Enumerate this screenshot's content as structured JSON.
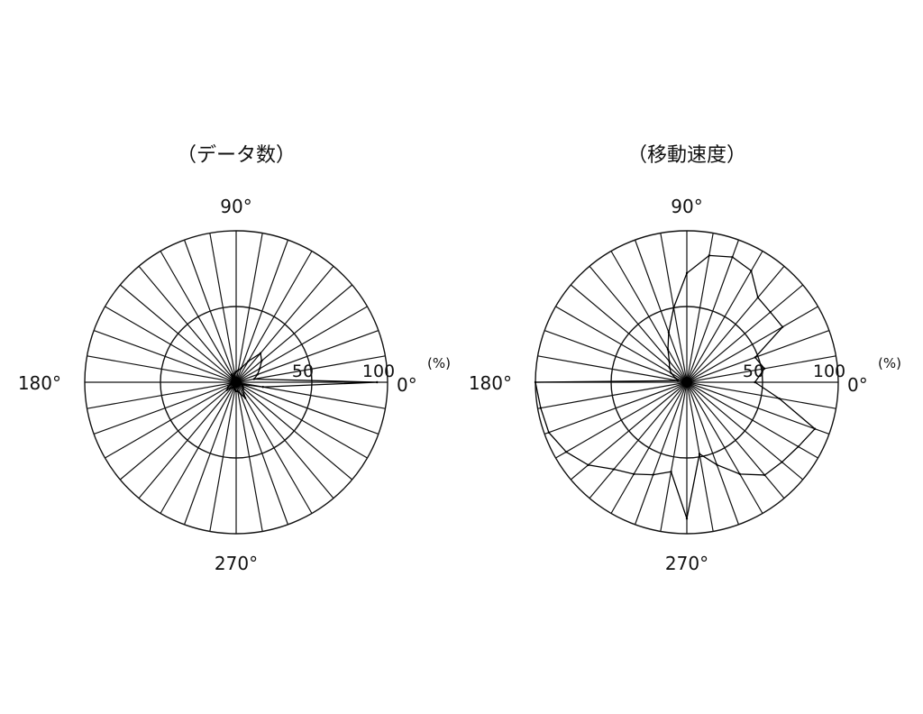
{
  "chart_data": [
    {
      "type": "polar",
      "title": "（データ数）",
      "angle_labels": {
        "a0": "0°",
        "a90": "90°",
        "a180": "180°",
        "a270": "270°"
      },
      "radial_ticks": [
        {
          "value": 50,
          "label": "50"
        },
        {
          "value": 100,
          "label": "100"
        }
      ],
      "radial_unit": "(%)",
      "rmax": 100,
      "sectors": 36,
      "series": [
        {
          "angles_deg": [
            0,
            10,
            20,
            30,
            40,
            50,
            60,
            70,
            80,
            90,
            100,
            110,
            120,
            130,
            140,
            150,
            160,
            170,
            180,
            190,
            200,
            210,
            220,
            230,
            240,
            250,
            260,
            270,
            280,
            290,
            300,
            310,
            320,
            330,
            340,
            350
          ],
          "values": [
            93,
            12,
            15,
            18,
            22,
            25,
            16,
            10,
            8,
            7,
            6,
            4,
            6,
            4,
            3,
            3,
            2,
            2,
            2,
            2,
            4,
            6,
            8,
            5,
            4,
            4,
            5,
            6,
            6,
            8,
            12,
            7,
            6,
            5,
            4,
            18
          ]
        }
      ]
    },
    {
      "type": "polar",
      "title": "（移動速度）",
      "angle_labels": {
        "a0": "0°",
        "a90": "90°",
        "a180": "180°",
        "a270": "270°"
      },
      "radial_ticks": [
        {
          "value": 50,
          "label": "50"
        },
        {
          "value": 100,
          "label": "100"
        }
      ],
      "radial_unit": "(%)",
      "rmax": 100,
      "sectors": 36,
      "series": [
        {
          "angles_deg": [
            0,
            10,
            20,
            30,
            40,
            50,
            60,
            70,
            80,
            90,
            100,
            110,
            120,
            130,
            140,
            150,
            160,
            170,
            180,
            190,
            200,
            210,
            220,
            230,
            240,
            250,
            260,
            270,
            280,
            290,
            300,
            310,
            320,
            330,
            340,
            350
          ],
          "values": [
            45,
            52,
            48,
            73,
            72,
            73,
            85,
            88,
            85,
            72,
            50,
            35,
            25,
            18,
            15,
            12,
            8,
            6,
            100,
            98,
            97,
            92,
            85,
            75,
            70,
            65,
            60,
            90,
            48,
            58,
            70,
            80,
            82,
            85,
            90,
            62
          ]
        }
      ]
    }
  ]
}
